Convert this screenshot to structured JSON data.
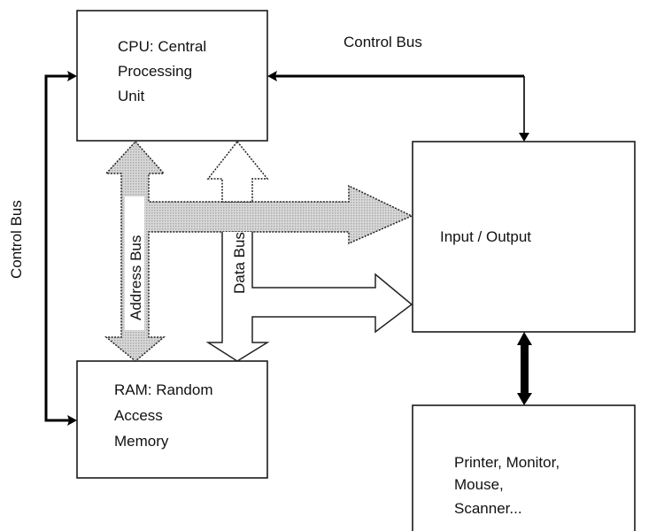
{
  "diagram": {
    "type": "computer-architecture-block-diagram",
    "components": {
      "cpu": {
        "lines": [
          "CPU: Central",
          "Processing",
          "Unit"
        ]
      },
      "ram": {
        "lines": [
          "RAM: Random",
          "Access",
          "Memory"
        ]
      },
      "io": {
        "lines": [
          "Input / Output"
        ]
      },
      "peripherals": {
        "lines": [
          "Printer, Monitor,",
          "Mouse,",
          "Scanner..."
        ]
      }
    },
    "buses": {
      "control_bus_top": {
        "label": "Control Bus"
      },
      "control_bus_left": {
        "label": "Control Bus"
      },
      "address_bus": {
        "label": "Address Bus",
        "fill": "#c8c8c8"
      },
      "data_bus": {
        "label": "Data Bus",
        "fill": "#ffffff"
      }
    },
    "connections": [
      {
        "from": "control-bus",
        "to": "cpu",
        "label": "Control Bus"
      },
      {
        "from": "control-bus",
        "to": "ram",
        "label": "Control Bus"
      },
      {
        "from": "control-bus",
        "to": "io",
        "label": "Control Bus"
      },
      {
        "from": "cpu",
        "to": "ram",
        "via": "Address Bus",
        "bidirectional": true
      },
      {
        "from": "cpu",
        "to": "ram",
        "via": "Data Bus",
        "bidirectional": true
      },
      {
        "from": "address-bus",
        "to": "io",
        "label": "Address Bus"
      },
      {
        "from": "data-bus",
        "to": "io",
        "label": "Data Bus"
      },
      {
        "from": "io",
        "to": "peripherals",
        "bidirectional": true
      }
    ]
  }
}
